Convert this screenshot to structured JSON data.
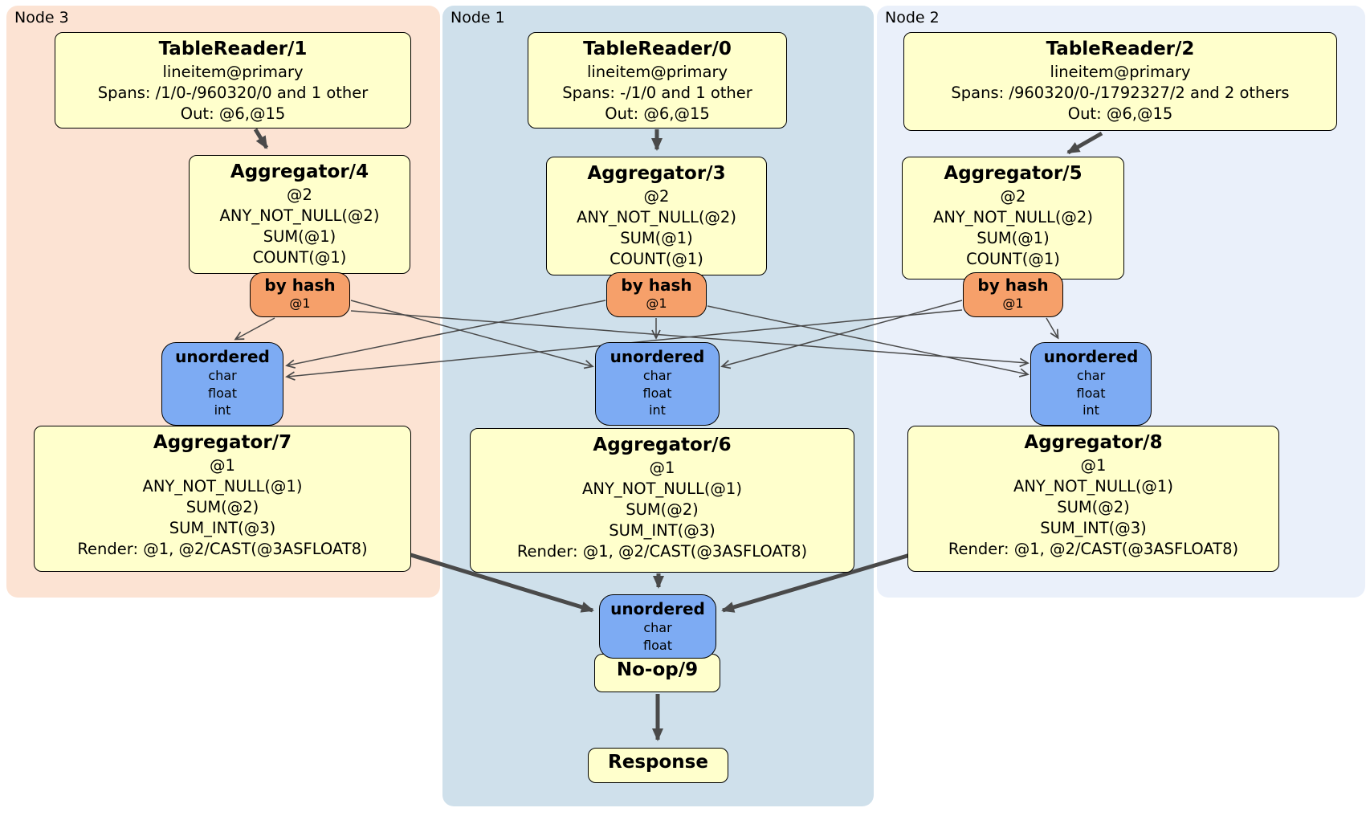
{
  "diagram": {
    "regions": {
      "node3": {
        "label": "Node 3"
      },
      "node1": {
        "label": "Node 1"
      },
      "node2": {
        "label": "Node 2"
      }
    },
    "processors": {
      "tr1": {
        "title": "TableReader/1",
        "lines": [
          "lineitem@primary",
          "Spans: /1/0-/960320/0 and 1 other",
          "Out: @6,@15"
        ]
      },
      "tr0": {
        "title": "TableReader/0",
        "lines": [
          "lineitem@primary",
          "Spans: -/1/0 and 1 other",
          "Out: @6,@15"
        ]
      },
      "tr2": {
        "title": "TableReader/2",
        "lines": [
          "lineitem@primary",
          "Spans: /960320/0-/1792327/2 and 2 others",
          "Out: @6,@15"
        ]
      },
      "agg4": {
        "title": "Aggregator/4",
        "lines": [
          "@2",
          "ANY_NOT_NULL(@2)",
          "SUM(@1)",
          "COUNT(@1)"
        ]
      },
      "agg3": {
        "title": "Aggregator/3",
        "lines": [
          "@2",
          "ANY_NOT_NULL(@2)",
          "SUM(@1)",
          "COUNT(@1)"
        ]
      },
      "agg5": {
        "title": "Aggregator/5",
        "lines": [
          "@2",
          "ANY_NOT_NULL(@2)",
          "SUM(@1)",
          "COUNT(@1)"
        ]
      },
      "agg7": {
        "title": "Aggregator/7",
        "lines": [
          "@1",
          "ANY_NOT_NULL(@1)",
          "SUM(@2)",
          "SUM_INT(@3)",
          "Render: @1, @2/CAST(@3ASFLOAT8)"
        ]
      },
      "agg6": {
        "title": "Aggregator/6",
        "lines": [
          "@1",
          "ANY_NOT_NULL(@1)",
          "SUM(@2)",
          "SUM_INT(@3)",
          "Render: @1, @2/CAST(@3ASFLOAT8)"
        ]
      },
      "agg8": {
        "title": "Aggregator/8",
        "lines": [
          "@1",
          "ANY_NOT_NULL(@1)",
          "SUM(@2)",
          "SUM_INT(@3)",
          "Render: @1, @2/CAST(@3ASFLOAT8)"
        ]
      },
      "noop9": {
        "title": "No-op/9"
      },
      "response": {
        "title": "Response"
      }
    },
    "routers": {
      "byhash4": {
        "title": "by hash",
        "sub": "@1"
      },
      "byhash3": {
        "title": "by hash",
        "sub": "@1"
      },
      "byhash5": {
        "title": "by hash",
        "sub": "@1"
      }
    },
    "streams": {
      "unord3": {
        "title": "unordered",
        "lines": [
          "char",
          "float",
          "int"
        ]
      },
      "unord1": {
        "title": "unordered",
        "lines": [
          "char",
          "float",
          "int"
        ]
      },
      "unord2": {
        "title": "unordered",
        "lines": [
          "char",
          "float",
          "int"
        ]
      },
      "unordOut": {
        "title": "unordered",
        "lines": [
          "char",
          "float"
        ]
      }
    },
    "colors": {
      "node3_bg": "#fce3d3",
      "node1_bg": "#cfe0eb",
      "node2_bg": "#eaf0fa",
      "processor_fill": "#ffffcc",
      "router_fill": "#f6a06a",
      "stream_fill": "#7dabf3",
      "border": "#000000",
      "edge": "#4a4a4a"
    }
  }
}
